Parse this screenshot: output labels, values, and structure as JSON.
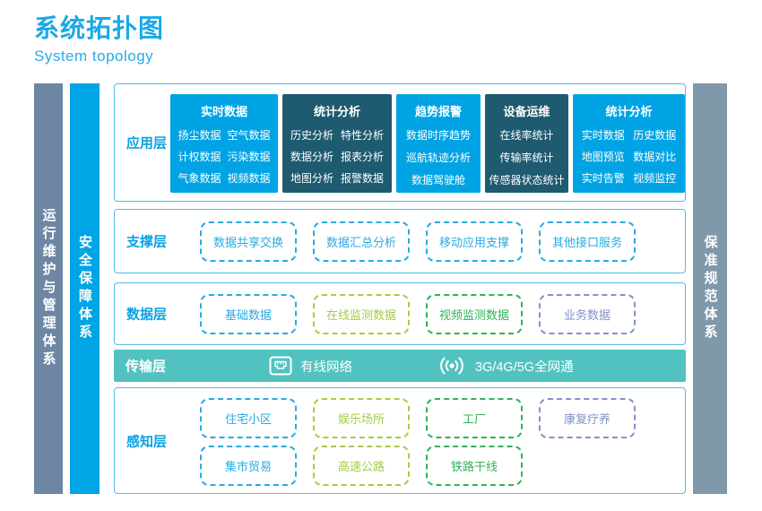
{
  "header": {
    "title": "系统拓扑图",
    "subtitle": "System topology"
  },
  "pillars": {
    "left_outer": "运行维护与管理体系",
    "left_inner": "安全保障体系",
    "right": "保准规范体系"
  },
  "application": {
    "label": "应用层",
    "boxes": [
      {
        "title": "实时数据",
        "items": [
          "扬尘数据",
          "空气数据",
          "计权数据",
          "污染数据",
          "气象数据",
          "视频数据"
        ]
      },
      {
        "title": "统计分析",
        "items": [
          "历史分析",
          "特性分析",
          "数据分析",
          "报表分析",
          "地图分析",
          "报警数据"
        ]
      },
      {
        "title": "趋势报警",
        "items": [
          "数据时序趋势",
          "巡航轨迹分析",
          "数据驾驶舱"
        ]
      },
      {
        "title": "设备运维",
        "items": [
          "在线率统计",
          "传输率统计",
          "传感器状态统计"
        ]
      },
      {
        "title": "统计分析",
        "items": [
          "实时数据",
          "历史数据",
          "地图预览",
          "数据对比",
          "实时告警",
          "视频监控"
        ]
      }
    ]
  },
  "support": {
    "label": "支撑层",
    "chips": [
      "数据共享交换",
      "数据汇总分析",
      "移动应用支撑",
      "其他接口服务"
    ]
  },
  "data_layer": {
    "label": "数据层",
    "chips": [
      "基础数据",
      "在线监测数据",
      "视频监测数据",
      "业务数据"
    ]
  },
  "transmission": {
    "label": "传输层",
    "wired": "有线网络",
    "wireless": "3G/4G/5G全网通",
    "icons": [
      "ethernet-port-icon",
      "wireless-signal-icon"
    ]
  },
  "perception": {
    "label": "感知层",
    "row1": [
      "住宅小区",
      "娱乐场所",
      "工厂",
      "康复疗养"
    ],
    "row2": [
      "集市贸易",
      "高速公路",
      "铁路干线"
    ]
  },
  "colors": {
    "accent_blue": "#00A4E4",
    "dark_teal": "#1E5A70",
    "transport_teal": "#52C2C0",
    "pillar_gray": "#6D87A5",
    "pillar_slate": "#7F99AB",
    "lime": "#A6CC44",
    "green": "#2FB457",
    "periwinkle": "#8292C8"
  }
}
